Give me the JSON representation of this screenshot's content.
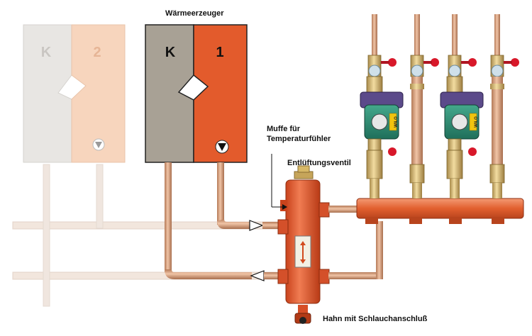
{
  "labels": {
    "generator_title": "Wärmeerzeuger",
    "sensor_sleeve_line1": "Muffe für",
    "sensor_sleeve_line2": "Temperaturfühler",
    "air_vent": "Entlüftungsventil",
    "drain_valve": "Hahn mit Schlauchanschluß"
  },
  "boilers": [
    {
      "left_letter": "K",
      "right_number": "2",
      "state": "faded"
    },
    {
      "left_letter": "K",
      "right_number": "1",
      "state": "active"
    }
  ],
  "pumps": [
    {
      "brand": "WILO"
    },
    {
      "brand": "WILO"
    }
  ],
  "colors": {
    "boiler_grey": "#a59e92",
    "boiler_orange": "#e35b2c",
    "faded_grey": "#e6e4e1",
    "faded_peach": "#f5cfb5",
    "pipe_copper": "#d39d7b",
    "pipe_faded": "#efe0d6",
    "manifold_red": "#e8663b",
    "pump_green": "#2f8f76",
    "pump_purple": "#5b4a8a",
    "brass": "#cfb070"
  }
}
